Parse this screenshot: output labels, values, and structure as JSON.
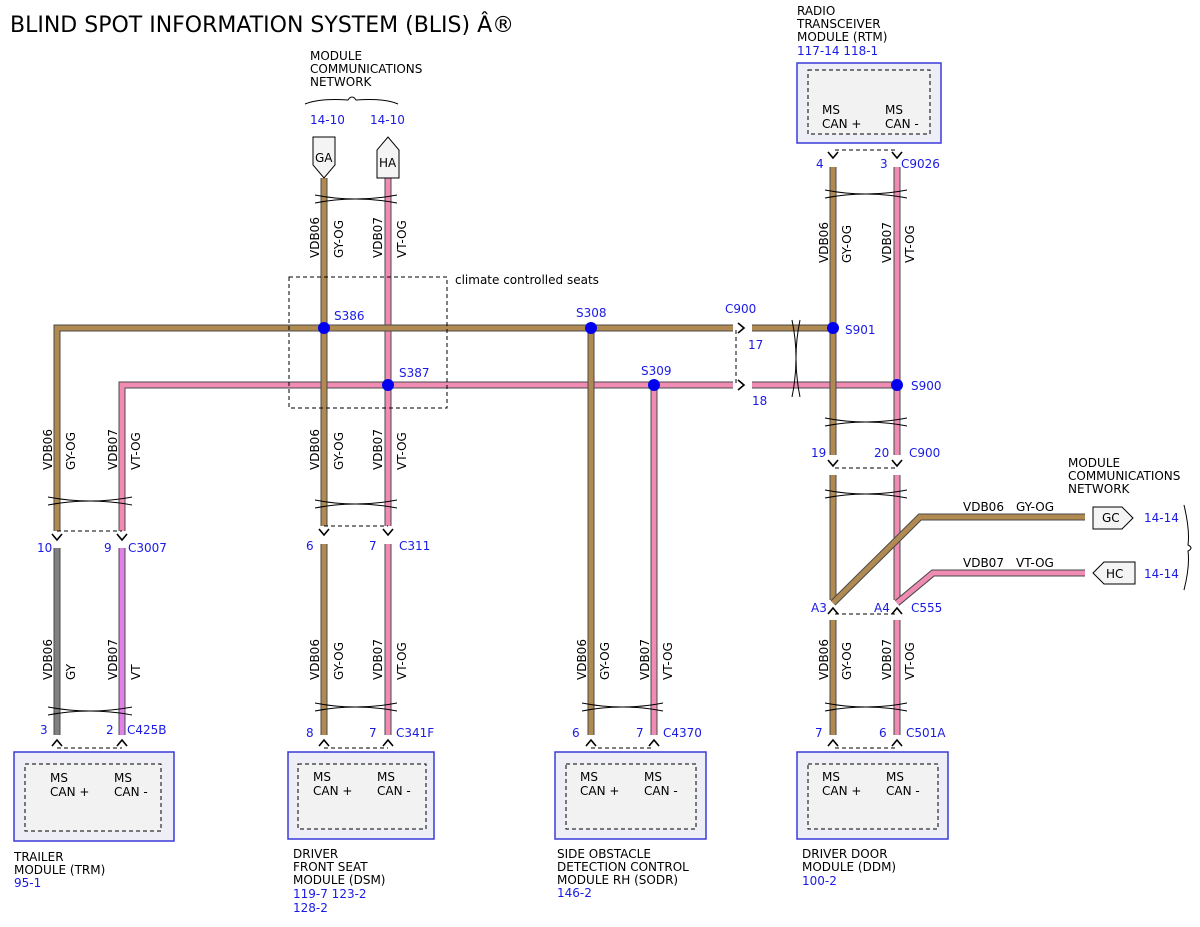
{
  "title": "BLIND SPOT INFORMATION SYSTEM (BLIS) Â®",
  "networks": {
    "top_label_1": "MODULE",
    "top_label_2": "COMMUNICATIONS",
    "top_label_3": "NETWORK",
    "top_ref_left": "14-10",
    "top_ref_right": "14-10",
    "right_label_1": "MODULE",
    "right_label_2": "COMMUNICATIONS",
    "right_label_3": "NETWORK",
    "right_ref_1": "14-14",
    "right_ref_2": "14-14"
  },
  "terminals": {
    "ga": "GA",
    "ha": "HA",
    "gc": "GC",
    "hc": "HC"
  },
  "region_label": "climate controlled seats",
  "splices": {
    "s386": "S386",
    "s387": "S387",
    "s308": "S308",
    "s309": "S309",
    "s901": "S901",
    "s900": "S900"
  },
  "wires": {
    "vdb06": "VDB06",
    "vdb07": "VDB07",
    "gyog": "GY-OG",
    "vtog": "VT-OG",
    "gy": "GY",
    "vt": "VT"
  },
  "connectors": {
    "c900_top": "C900",
    "c900_pin17": "17",
    "c900_pin18": "18",
    "c9026": "C9026",
    "c9026_pin4": "4",
    "c9026_pin3": "3",
    "c900_low": "C900",
    "c900_pin19": "19",
    "c900_pin20": "20",
    "c555": "C555",
    "c555_a3": "A3",
    "c555_a4": "A4",
    "c501a": "C501A",
    "c501a_pin7": "7",
    "c501a_pin6": "6",
    "c3007": "C3007",
    "c3007_pin10": "10",
    "c3007_pin9": "9",
    "c425b": "C425B",
    "c425b_pin3": "3",
    "c425b_pin2": "2",
    "c311": "C311",
    "c311_pin6": "6",
    "c311_pin7": "7",
    "c341f": "C341F",
    "c341f_pin8": "8",
    "c341f_pin7": "7",
    "c4370": "C4370",
    "c4370_pin6": "6",
    "c4370_pin7": "7"
  },
  "modules": {
    "pin_ms": "MS",
    "pin_can_plus": "CAN +",
    "pin_can_minus": "CAN -",
    "rtm_line1": "RADIO",
    "rtm_line2": "TRANSCEIVER",
    "rtm_line3": "MODULE (RTM)",
    "rtm_ref": "117-14 118-1",
    "trm_line1": "TRAILER",
    "trm_line2": "MODULE (TRM)",
    "trm_ref": "95-1",
    "dsm_line1": "DRIVER",
    "dsm_line2": "FRONT SEAT",
    "dsm_line3": "MODULE (DSM)",
    "dsm_ref1": "119-7 123-2",
    "dsm_ref2": "128-2",
    "sodr_line1": "SIDE OBSTACLE",
    "sodr_line2": "DETECTION CONTROL",
    "sodr_line3": "MODULE RH (SODR)",
    "sodr_ref": "146-2",
    "ddm_line1": "DRIVER DOOR",
    "ddm_line2": "MODULE (DDM)",
    "ddm_ref": "100-2"
  },
  "colors": {
    "gyog_fill": "#b08a50",
    "gyog_stroke": "#4a4a4a",
    "vtog_fill": "#f08cb4",
    "vtog_stroke": "#4a4a4a",
    "gy_fill": "#808080",
    "vt_fill": "#e080e8",
    "splice": "#0000ee",
    "ref_blue": "#1a1ae6"
  }
}
